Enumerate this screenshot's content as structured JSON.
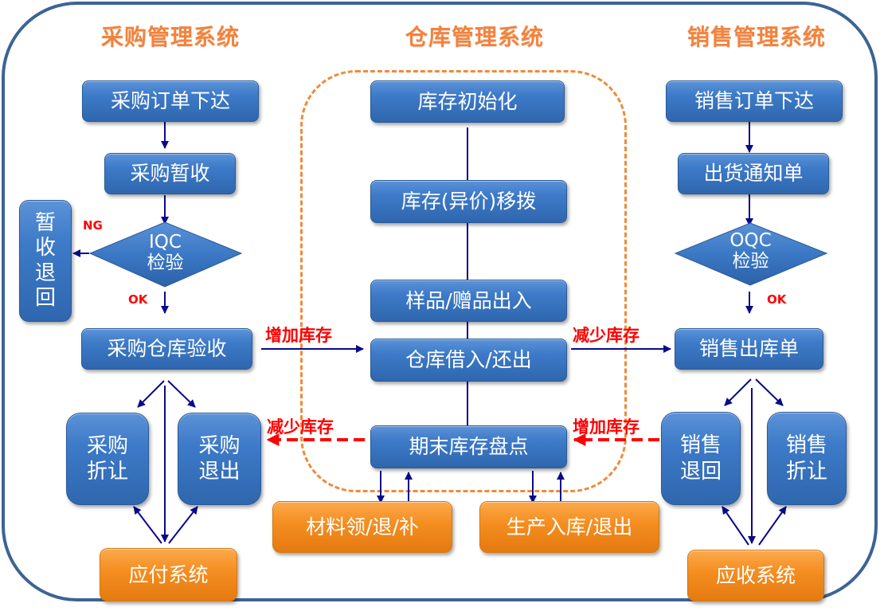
{
  "sections": {
    "purchase": {
      "title": "采购管理系统"
    },
    "warehouse": {
      "title": "仓库管理系统"
    },
    "sales": {
      "title": "销售管理系统"
    }
  },
  "purchase": {
    "order": "采购订单下达",
    "temp_receive": "采购暂收",
    "iqc_line1": "IQC",
    "iqc_line2": "检验",
    "ng_label": "NG",
    "ok_label": "OK",
    "temp_return": "暂\n收\n退\n回",
    "warehouse_accept": "采购仓库验收",
    "discount": "采购\n折让",
    "return_out": "采购\n退出",
    "payable": "应付系统"
  },
  "warehouse": {
    "init": "库存初始化",
    "transfer": "库存(异价)移拨",
    "samples": "样品/赠品出入",
    "borrow": "仓库借入/还出",
    "stocktake": "期末库存盘点",
    "materials": "材料领/退/补",
    "production": "生产入库/退出"
  },
  "sales": {
    "order": "销售订单下达",
    "ship_notice": "出货通知单",
    "oqc_line1": "OQC",
    "oqc_line2": "检验",
    "ok_label": "OK",
    "outbound": "销售出库单",
    "return_back": "销售\n退回",
    "discount": "销售\n折让",
    "receivable": "应收系统"
  },
  "flows": {
    "increase_in": "增加库存",
    "decrease_out": "减少库存",
    "decrease_to_purchase": "减少库存",
    "increase_from_sales": "增加库存"
  }
}
